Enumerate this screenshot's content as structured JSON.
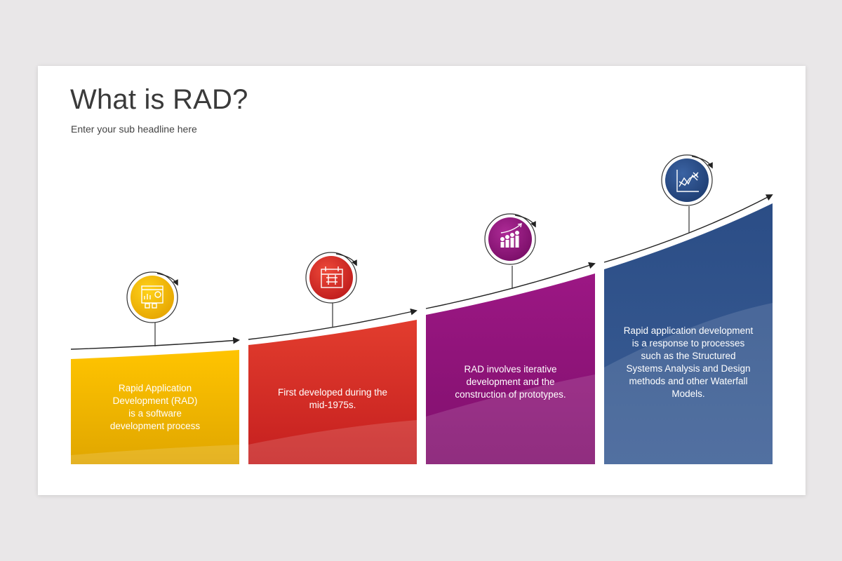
{
  "slide": {
    "title": "What is RAD?",
    "subtitle": "Enter your sub headline here"
  },
  "steps": [
    {
      "text": "Rapid Application\nDevelopment (RAD)\nis a software\ndevelopment process",
      "color": "#f2b705",
      "color_dark": "#e1a400",
      "icon": "dashboard-chart-icon"
    },
    {
      "text": "First developed during  the\nmid-1975s.",
      "color": "#d62e24",
      "color_dark": "#c41e1c",
      "icon": "calendar-icon"
    },
    {
      "text": "RAD involves iterative\ndevelopment and the\nconstruction  of prototypes.",
      "color": "#8e1a7a",
      "color_dark": "#7f0f6c",
      "icon": "team-growth-icon"
    },
    {
      "text": "Rapid application  development\nis a response to processes\nsuch as the Structured\nSystems Analysis and Design\nmethods and other Waterfall\nModels.",
      "color": "#2c4f88",
      "color_dark": "#24447a",
      "icon": "line-chart-icon"
    }
  ]
}
